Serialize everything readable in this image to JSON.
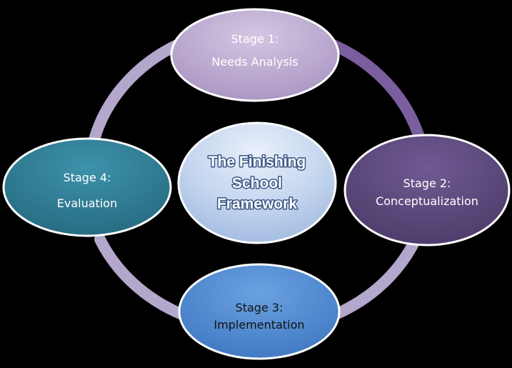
{
  "center": {
    "lines": [
      "The Finishing",
      "School",
      "Framework"
    ]
  },
  "stages": [
    {
      "line1": "Stage 1:",
      "line2": "Needs Analysis"
    },
    {
      "line1": "Stage 2:",
      "line2": "Conceptualization"
    },
    {
      "line1": "Stage 3:",
      "line2": "Implementation"
    },
    {
      "line1": "Stage 4:",
      "line2": "Evaluation"
    }
  ],
  "colors": {
    "background": "#000000",
    "ring_dark": "#7a5e9e",
    "ring_light": "#b4a7cc",
    "stage1_fill": "#b9a6cf",
    "stage2_fill": "#5d4a7d",
    "stage3_fill": "#4f8ad1",
    "stage4_fill": "#327f96",
    "center_fill": "#c5d6ef"
  }
}
